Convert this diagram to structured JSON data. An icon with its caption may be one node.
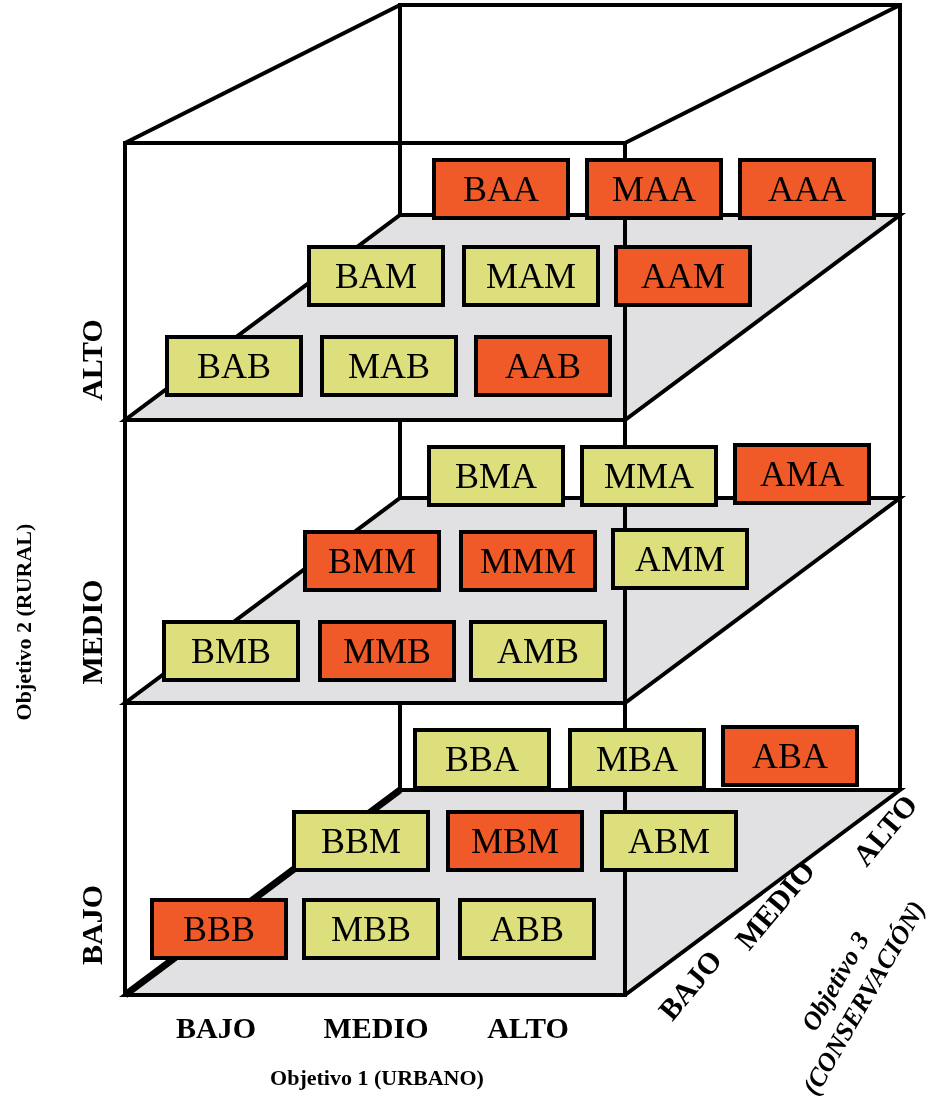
{
  "diagram": {
    "nodes": [
      {
        "text": [
          "BAA"
        ]
      },
      {
        "text": [
          "MAA"
        ]
      },
      {
        "text": [
          "AAA"
        ]
      },
      {
        "text": [
          "BAM"
        ]
      },
      {
        "text": [
          "MAM"
        ]
      },
      {
        "text": [
          "AAM"
        ]
      },
      {
        "text": [
          "BAB"
        ]
      },
      {
        "text": [
          "MAB"
        ]
      },
      {
        "text": [
          "AAB"
        ]
      },
      {
        "text": [
          "BMA"
        ]
      },
      {
        "text": [
          "MMA"
        ]
      },
      {
        "text": [
          "AMA"
        ]
      },
      {
        "text": [
          "BMM"
        ]
      },
      {
        "text": [
          "MMM"
        ]
      },
      {
        "text": [
          "AMM"
        ]
      },
      {
        "text": [
          "BMB"
        ]
      },
      {
        "text": [
          "MMB"
        ]
      },
      {
        "text": [
          "AMB"
        ]
      },
      {
        "text": [
          "BBA"
        ]
      },
      {
        "text": [
          "MBA"
        ]
      },
      {
        "text": [
          "ABA"
        ]
      },
      {
        "text": [
          "BBM"
        ]
      },
      {
        "text": [
          "MBM"
        ]
      },
      {
        "text": [
          "ABM"
        ]
      },
      {
        "text": [
          "BBB"
        ]
      },
      {
        "text": [
          "MBB"
        ]
      },
      {
        "text": [
          "ABB"
        ]
      }
    ],
    "labels": [
      "ALTO",
      "MEDIO",
      "BAJO",
      "Objetivo 2 (RURAL)",
      "BAJO",
      "MEDIO",
      "ALTO",
      "Objetivo 1 (URBANO)",
      "BAJO",
      "MEDIO",
      "ALTO",
      "Objetivo 3 (CONSERVACIÓN)"
    ]
  }
}
